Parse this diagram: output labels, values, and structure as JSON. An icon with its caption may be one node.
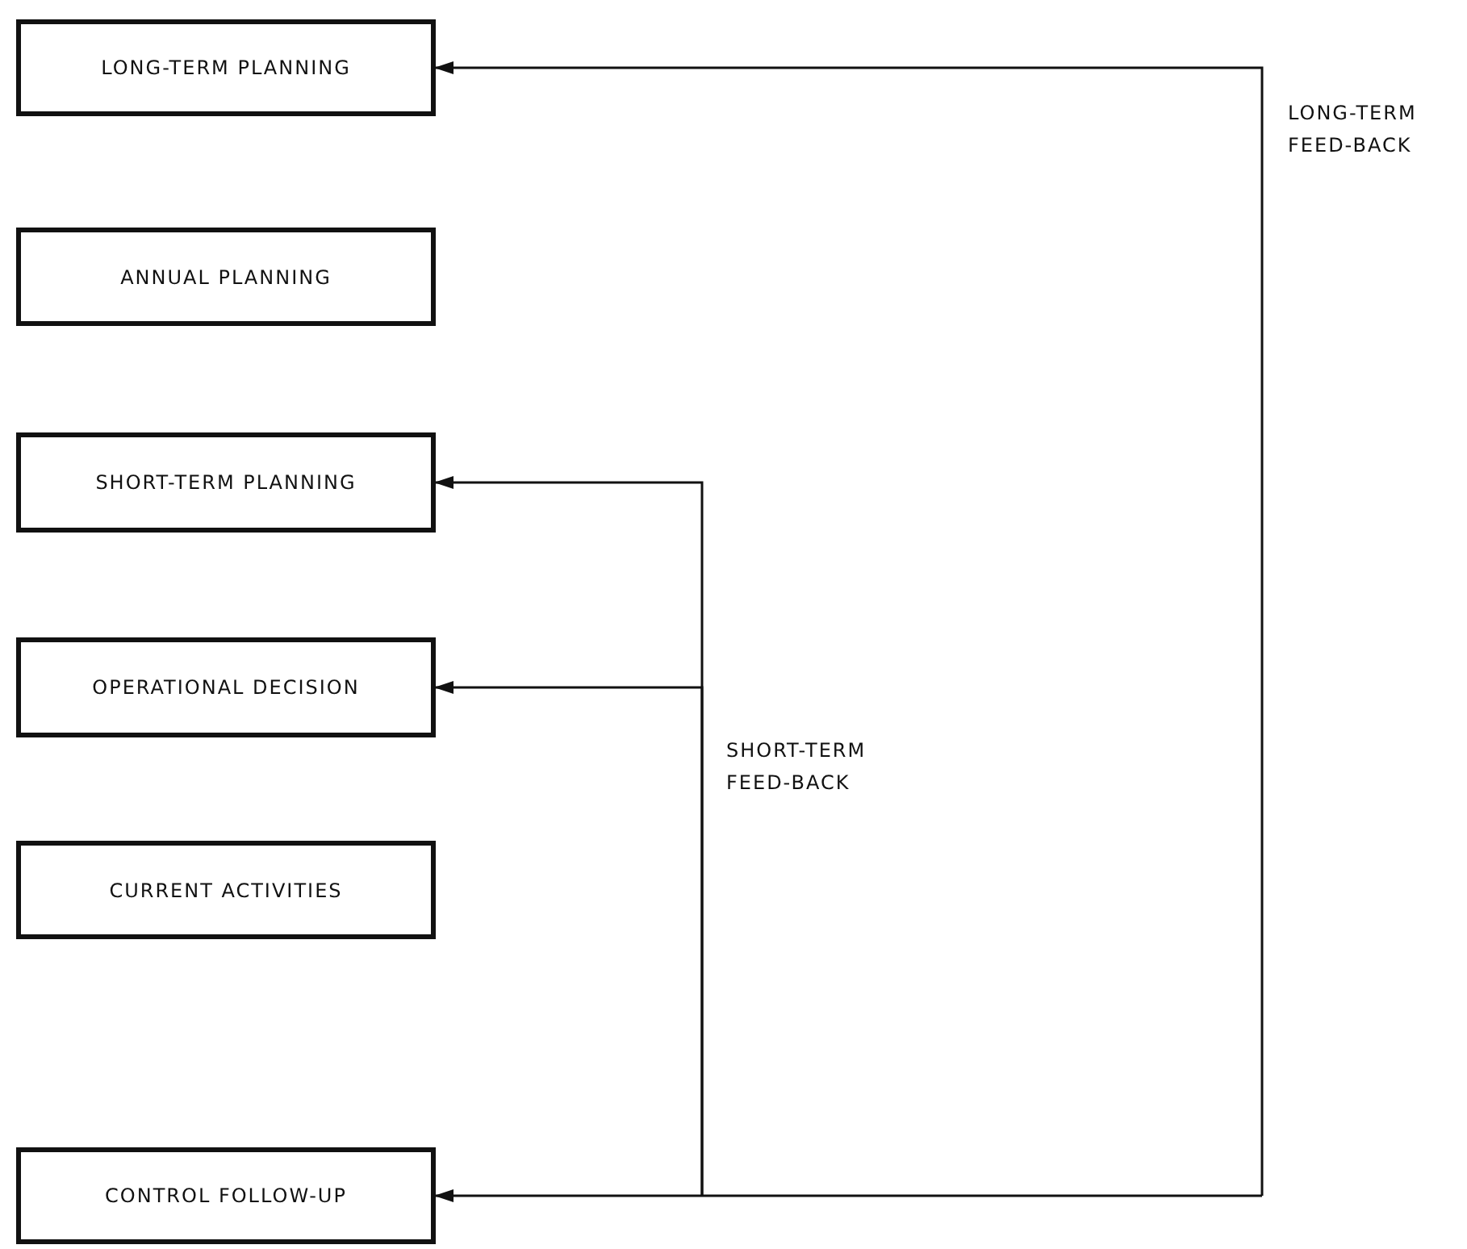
{
  "diagram": {
    "nodes": [
      {
        "text": [
          "LONG-TERM PLANNING"
        ]
      },
      {
        "text": [
          "ANNUAL PLANNING"
        ]
      },
      {
        "text": [
          "SHORT-TERM PLANNING"
        ]
      },
      {
        "text": [
          "OPERATIONAL DECISION"
        ]
      },
      {
        "text": [
          "CURRENT ACTIVITIES"
        ]
      },
      {
        "text": [
          "CONTROL FOLLOW-UP"
        ]
      }
    ],
    "edges": [
      {
        "from": null,
        "to": 0,
        "arrow": "to",
        "label": "LONG-TERM FEED-BACK"
      },
      {
        "from": null,
        "to": 2,
        "arrow": "to"
      },
      {
        "from": null,
        "to": 3,
        "arrow": "to",
        "label": "SHORT-TERM FEED-BACK"
      },
      {
        "from": null,
        "to": 5,
        "arrow": "to"
      }
    ]
  }
}
